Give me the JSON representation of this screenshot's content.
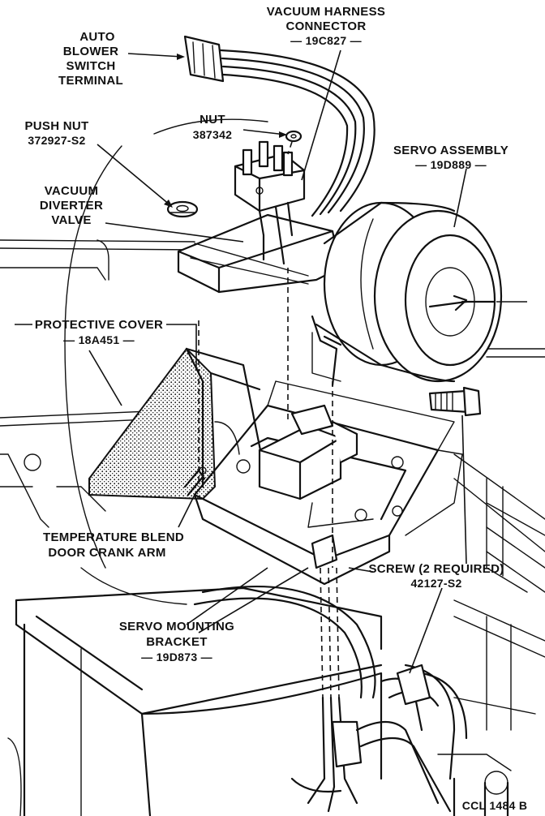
{
  "labels": {
    "vacuum_harness_connector": {
      "line1": "VACUUM HARNESS",
      "line2": "CONNECTOR",
      "part": "— 19C827 —"
    },
    "auto_blower_switch_terminal": {
      "line1": "AUTO",
      "line2": "BLOWER",
      "line3": "SWITCH",
      "line4": "TERMINAL"
    },
    "push_nut": {
      "line1": "PUSH NUT",
      "part": "372927-S2"
    },
    "nut": {
      "line1": "NUT",
      "part": "387342"
    },
    "servo_assembly": {
      "line1": "SERVO ASSEMBLY",
      "part": "— 19D889 —"
    },
    "vacuum_diverter_valve": {
      "line1": "VACUUM",
      "line2": "DIVERTER",
      "line3": "VALVE"
    },
    "protective_cover": {
      "line1": "PROTECTIVE COVER",
      "part": "— 18A451 —"
    },
    "temperature_blend_door_crank_arm": {
      "line1": "TEMPERATURE BLEND",
      "line2": "DOOR CRANK ARM"
    },
    "screw": {
      "line1": "SCREW (2 REQUIRED)",
      "part": "42127-S2"
    },
    "servo_mounting_bracket": {
      "line1": "SERVO MOUNTING",
      "line2": "BRACKET",
      "part": "— 19D873 —"
    }
  },
  "figure_code": "CCL 1484 B",
  "colors": {
    "ink": "#111111",
    "paper": "#ffffff"
  }
}
